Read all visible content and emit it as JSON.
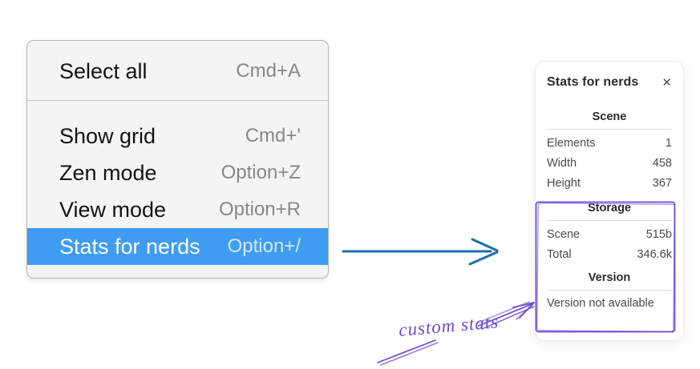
{
  "context_menu": {
    "items": [
      {
        "label": "Select all",
        "shortcut": "Cmd+A",
        "selected": false
      },
      {
        "label": "Show grid",
        "shortcut": "Cmd+'",
        "selected": false
      },
      {
        "label": "Zen mode",
        "shortcut": "Option+Z",
        "selected": false
      },
      {
        "label": "View mode",
        "shortcut": "Option+R",
        "selected": false
      },
      {
        "label": "Stats for nerds",
        "shortcut": "Option+/",
        "selected": true
      }
    ]
  },
  "stats_panel": {
    "title": "Stats for nerds",
    "close_glyph": "✕",
    "sections": [
      {
        "heading": "Scene",
        "rows": [
          {
            "label": "Elements",
            "value": "1"
          },
          {
            "label": "Width",
            "value": "458"
          },
          {
            "label": "Height",
            "value": "367"
          }
        ]
      },
      {
        "heading": "Storage",
        "rows": [
          {
            "label": "Scene",
            "value": "515b"
          },
          {
            "label": "Total",
            "value": "346.6k"
          }
        ]
      },
      {
        "heading": "Version",
        "note": "Version not available"
      }
    ]
  },
  "annotation": {
    "label": "custom stats"
  },
  "colors": {
    "selection_blue": "#3e9cf2",
    "flow_arrow_blue": "#1d6db5",
    "annotation_violet": "#6e49d6",
    "menu_background": "#f4f4f5",
    "panel_background": "#ffffff"
  }
}
